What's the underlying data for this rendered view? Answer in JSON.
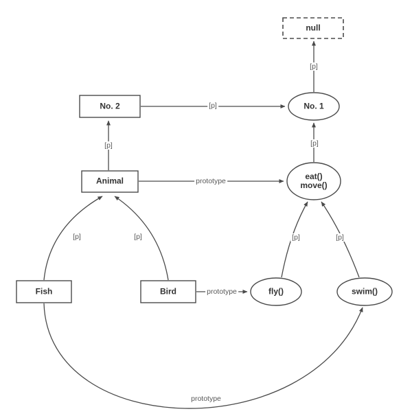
{
  "diagram": {
    "nodes": {
      "null_node": {
        "label": "null"
      },
      "no1": {
        "label": "No. 1"
      },
      "no2": {
        "label": "No. 2"
      },
      "animal": {
        "label": "Animal"
      },
      "eat_move": {
        "line1": "eat()",
        "line2": "move()"
      },
      "fish": {
        "label": "Fish"
      },
      "bird": {
        "label": "Bird"
      },
      "fly": {
        "label": "fly()"
      },
      "swim": {
        "label": "swim()"
      }
    },
    "edge_labels": {
      "no1_to_null": "[p]",
      "no2_to_no1": "[p]",
      "animal_to_no2": "[p]",
      "animal_to_eatmove": "prototype",
      "eatmove_to_no1": "[p]",
      "fish_to_animal": "[p]",
      "bird_to_animal": "[p]",
      "bird_to_fly": "prototype",
      "fly_to_eatmove": "[p]",
      "swim_to_eatmove": "[p]",
      "fish_to_swim": "prototype"
    },
    "colors": {
      "stroke": "#4a4a4a",
      "node_text": "#333333",
      "edge_text": "#595959",
      "background": "#ffffff"
    }
  }
}
